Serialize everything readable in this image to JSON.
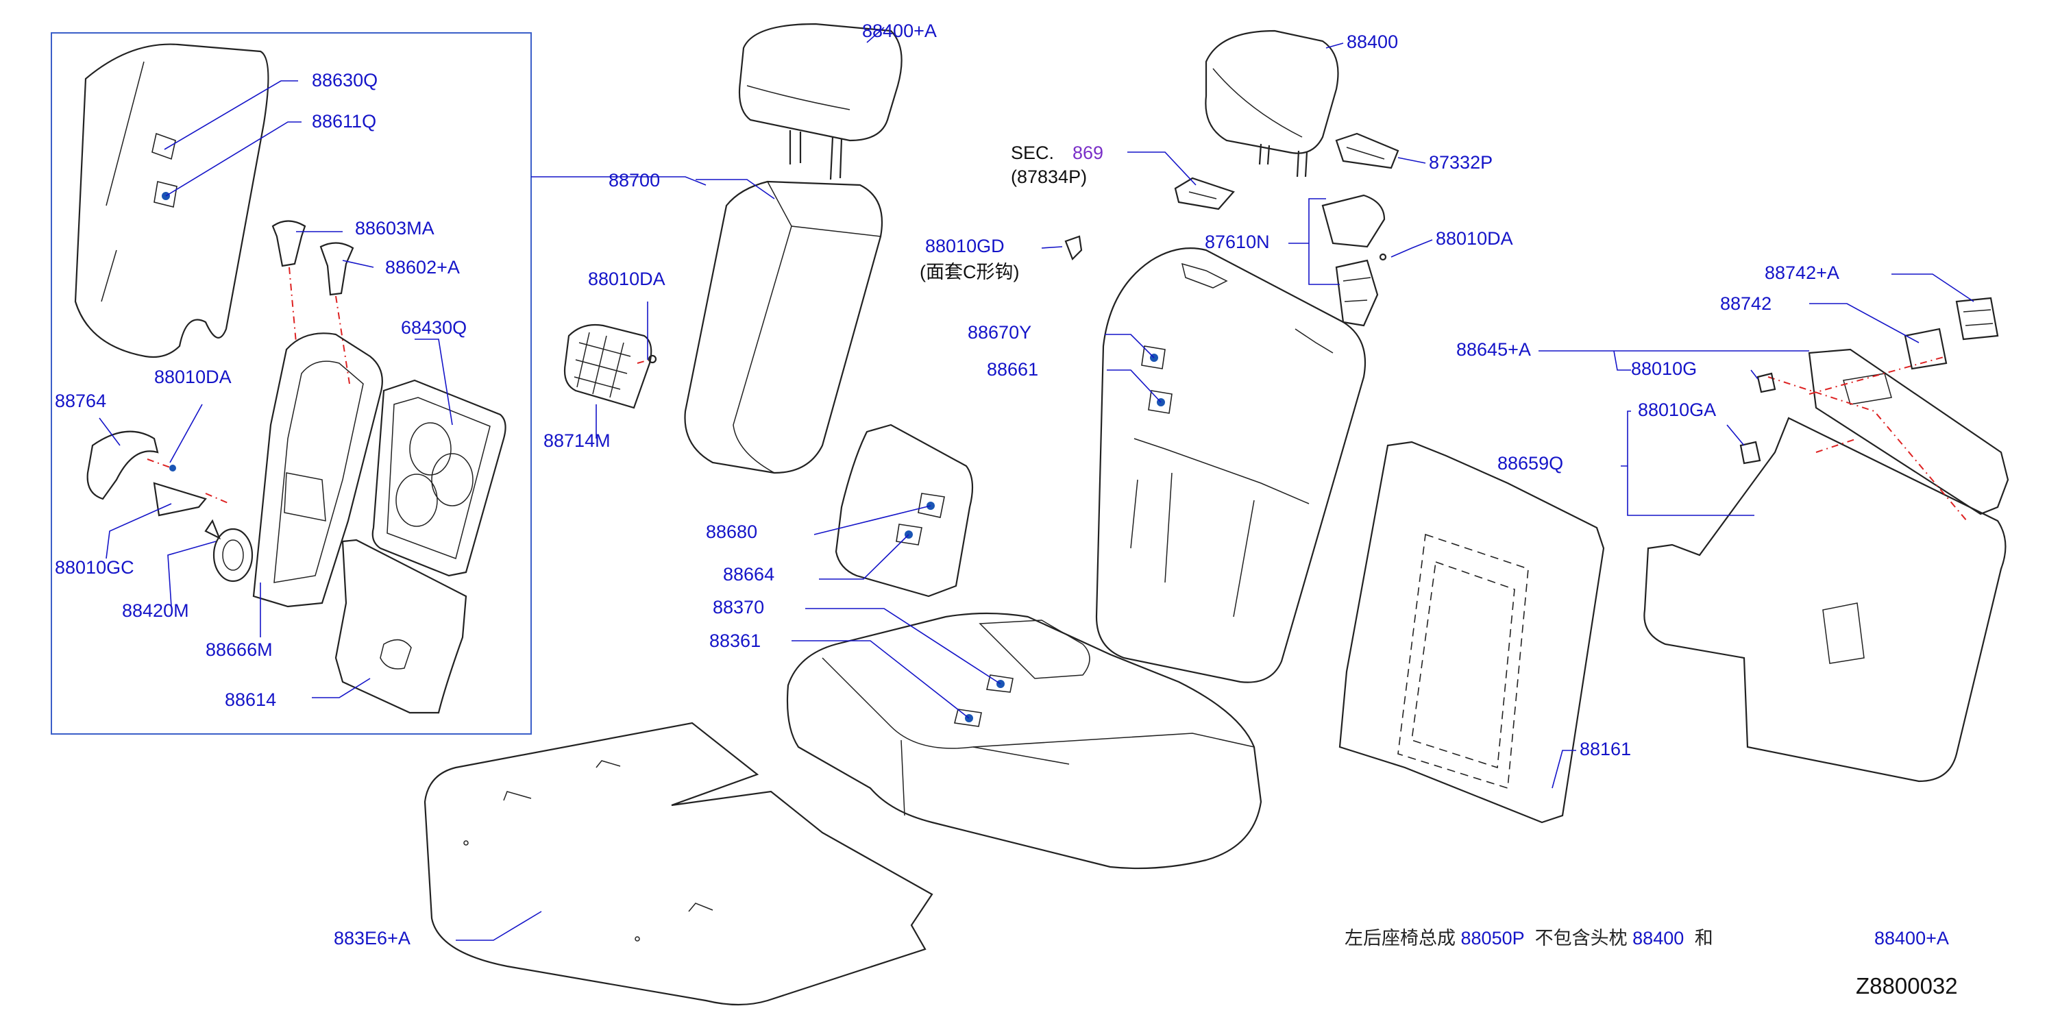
{
  "labels": {
    "l88630Q": "88630Q",
    "l88611Q": "88611Q",
    "l88603MA": "88603MA",
    "l88602A": "88602+A",
    "l68430Q": "68430Q",
    "l88010DA_a": "88010DA",
    "l88764": "88764",
    "l88010GC": "88010GC",
    "l88420M": "88420M",
    "l88666M": "88666M",
    "l88614": "88614",
    "l88400A_top": "88400+A",
    "l88700": "88700",
    "l88010DA_b": "88010DA",
    "l88714M": "88714M",
    "l88680": "88680",
    "l88664": "88664",
    "l88370": "88370",
    "l88361": "88361",
    "l883E6A": "883E6+A",
    "l88400": "88400",
    "sec": "SEC.",
    "sec_num": "869",
    "sec_part": "(87834P)",
    "l87332P": "87332P",
    "l88010GD": "88010GD",
    "l88010GD_note": "(面套C形钩)",
    "l87610N": "87610N",
    "l88010DA_c": "88010DA",
    "l88670Y": "88670Y",
    "l88661": "88661",
    "l88742A": "88742+A",
    "l88742": "88742",
    "l88645A": "88645+A",
    "l88010G": "88010G",
    "l88010GA": "88010GA",
    "l88659Q": "88659Q",
    "l88161": "88161"
  },
  "note": {
    "t1": "左后座椅总成",
    "p1": "88050P",
    "t2": "不包含头枕",
    "p2": "88400",
    "t3": "和",
    "p3": "88400+A"
  },
  "drawing_code": "Z8800032",
  "colors": {
    "label": "#1414c8",
    "frame": "#3a5ec8",
    "marker": "#1a55b4",
    "hidden_line": "#dd2222",
    "outline": "#222222"
  }
}
